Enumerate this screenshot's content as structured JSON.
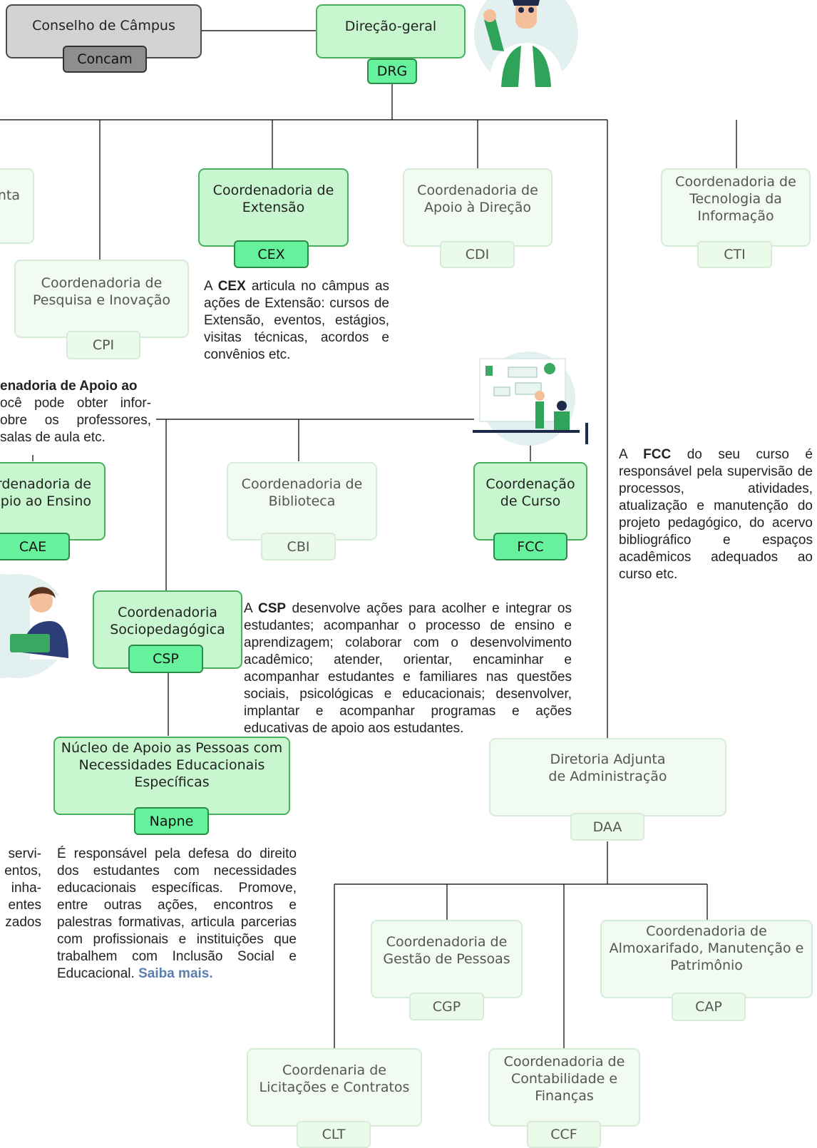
{
  "units": {
    "concam": {
      "name": "Conselho de Câmpus",
      "tag": "Concam"
    },
    "drg": {
      "name": "Direção-geral",
      "tag": "DRG"
    },
    "dda_partial": {
      "name": "nta"
    },
    "cex": {
      "name": "Coordenadoria de Extensão",
      "tag": "CEX"
    },
    "cdi": {
      "name": "Coordenadoria de Apoio à Direção",
      "tag": "CDI"
    },
    "cti": {
      "name": "Coordenadoria de Tecnologia da Informação",
      "tag": "CTI"
    },
    "cpi": {
      "name": "Coordenadoria de Pesquisa e Inovação",
      "tag": "CPI"
    },
    "cae": {
      "name_line1": "rdenadoria de",
      "name_line2": "pio ao Ensino",
      "tag": "CAE"
    },
    "cbi": {
      "name": "Coordenadoria de Biblioteca",
      "tag": "CBI"
    },
    "fcc": {
      "name": "Coordenação de Curso",
      "tag": "FCC"
    },
    "csp": {
      "name": "Coordenadoria Sociopedagógica",
      "tag": "CSP"
    },
    "napne": {
      "name": "Núcleo de Apoio as Pessoas com Necessidades Educacionais Específicas",
      "tag": "Napne"
    },
    "daa": {
      "name": "Diretoria Adjunta de Administração",
      "tag": "DAA"
    },
    "cgp": {
      "name": "Coordenadoria de Gestão de Pessoas",
      "tag": "CGP"
    },
    "cap": {
      "name": "Coordenadoria de Almoxarifado, Manutenção e Patrimônio",
      "tag": "CAP"
    },
    "clt": {
      "name": "Coordenaria de Licitações e Contratos",
      "tag": "CLT"
    },
    "ccf": {
      "name": "Coordenadoria de Contabilidade e Finanças",
      "tag": "CCF"
    }
  },
  "descriptions": {
    "cex": {
      "a": "A ",
      "bold": "CEX",
      "rest": " articula no câmpus as ações de Extensão: cursos de Extensão, eventos, estágios, visitas técnicas, acordos e convênios etc."
    },
    "cae_partial": {
      "bold": "enadoria de Apoio ao",
      "rest": "ocê pode obter infor- obre os professores, salas de aula etc."
    },
    "fcc": {
      "a": "A ",
      "bold": "FCC",
      "rest": " do seu curso é responsável pela supervisão de processos, atividades, atualização e manutenção do projeto pedagógico, do acervo bibliográfico e espaços acadêmicos adequados ao curso etc."
    },
    "csp": {
      "a": "A ",
      "bold": "CSP",
      "rest": " desenvolve ações para acolher e integrar os estudantes; acompanhar o processo de ensino e aprendizagem; colaborar com o desenvolvimento acadêmico; atender, orientar, encaminhar e acompanhar estudantes e familiares nas questões sociais, psicológicas e educacionais; desenvolver, implantar e acompanhar programas e ações educativas de apoio aos estudantes."
    },
    "napne": {
      "text": "É responsável pela defesa do direito dos estudantes com necessidades educacionais específicas. Promove, entre outras ações, encontros e palestras formativas, articula parcerias com profissionais e instituições que trabalhem com Inclusão Social e Educacional. ",
      "link": "Saiba mais."
    },
    "left_partial": {
      "l1": "servi-",
      "l2": "entos,",
      "l3": "inha-",
      "l4": "entes",
      "l5": "zados"
    }
  }
}
